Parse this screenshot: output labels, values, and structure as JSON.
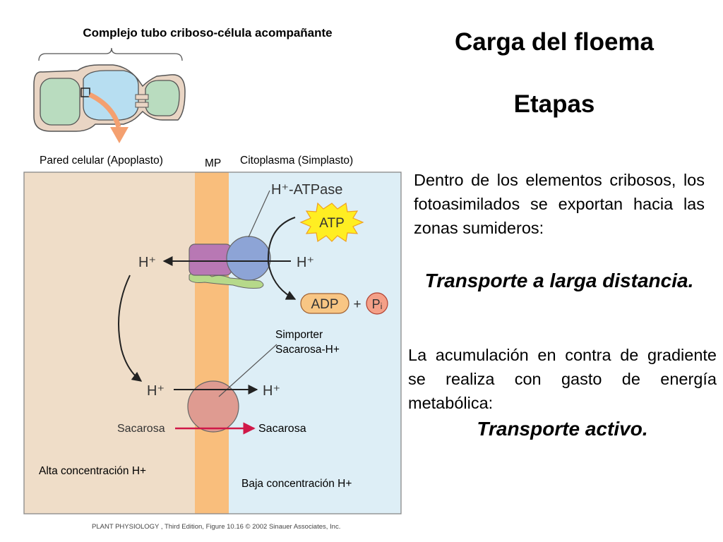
{
  "slide": {
    "title": "Carga del floema",
    "subtitle": "Etapas",
    "paragraph1": "Dentro de los elementos cribosos, los fotoasimilados se exportan hacia las zonas sumideros:",
    "emphasis1": "Transporte a larga distancia.",
    "paragraph2": "La acumulación en contra de gradiente se realiza con gasto de energía metabólica:",
    "emphasis2": "Transporte activo."
  },
  "diagram": {
    "complex_title": "Complejo tubo criboso-célula acompañante",
    "label_wall": "Pared celular (Apoplasto)",
    "label_mp": "MP",
    "label_cytoplasm": "Citoplasma (Simplasto)",
    "label_atpase": "H⁺-ATPase",
    "label_atp": "ATP",
    "label_adp": "ADP",
    "label_plus": "+",
    "label_pi": "Pᵢ",
    "label_h_out_top": "H⁺",
    "label_h_in_top": "H⁺",
    "label_h_out_bottom": "H⁺",
    "label_h_in_bottom": "H⁺",
    "label_symporter_line1": "Simporter",
    "label_symporter_line2": "Sacarosa-H+",
    "label_sucrose_out": "Sacarosa",
    "label_sucrose_in": "Sacarosa",
    "label_high_conc": "Alta  concentración H+",
    "label_low_conc": "Baja concentración H+",
    "credit": "PLANT PHYSIOLOGY , Third Edition, Figure 10.16  © 2002 Sinauer Associates, Inc.",
    "colors": {
      "apoplast": "#efddc8",
      "membrane": "#f9be7c",
      "cytoplasm": "#ddeef6",
      "atpase_left": "#b878b4",
      "atpase_right": "#8da4d6",
      "symporter": "#df9b91",
      "atp_star": "#ffee22",
      "adp": "#f8c684",
      "arrow_red": "#d01848",
      "anchor_green": "#b6d98a"
    }
  }
}
